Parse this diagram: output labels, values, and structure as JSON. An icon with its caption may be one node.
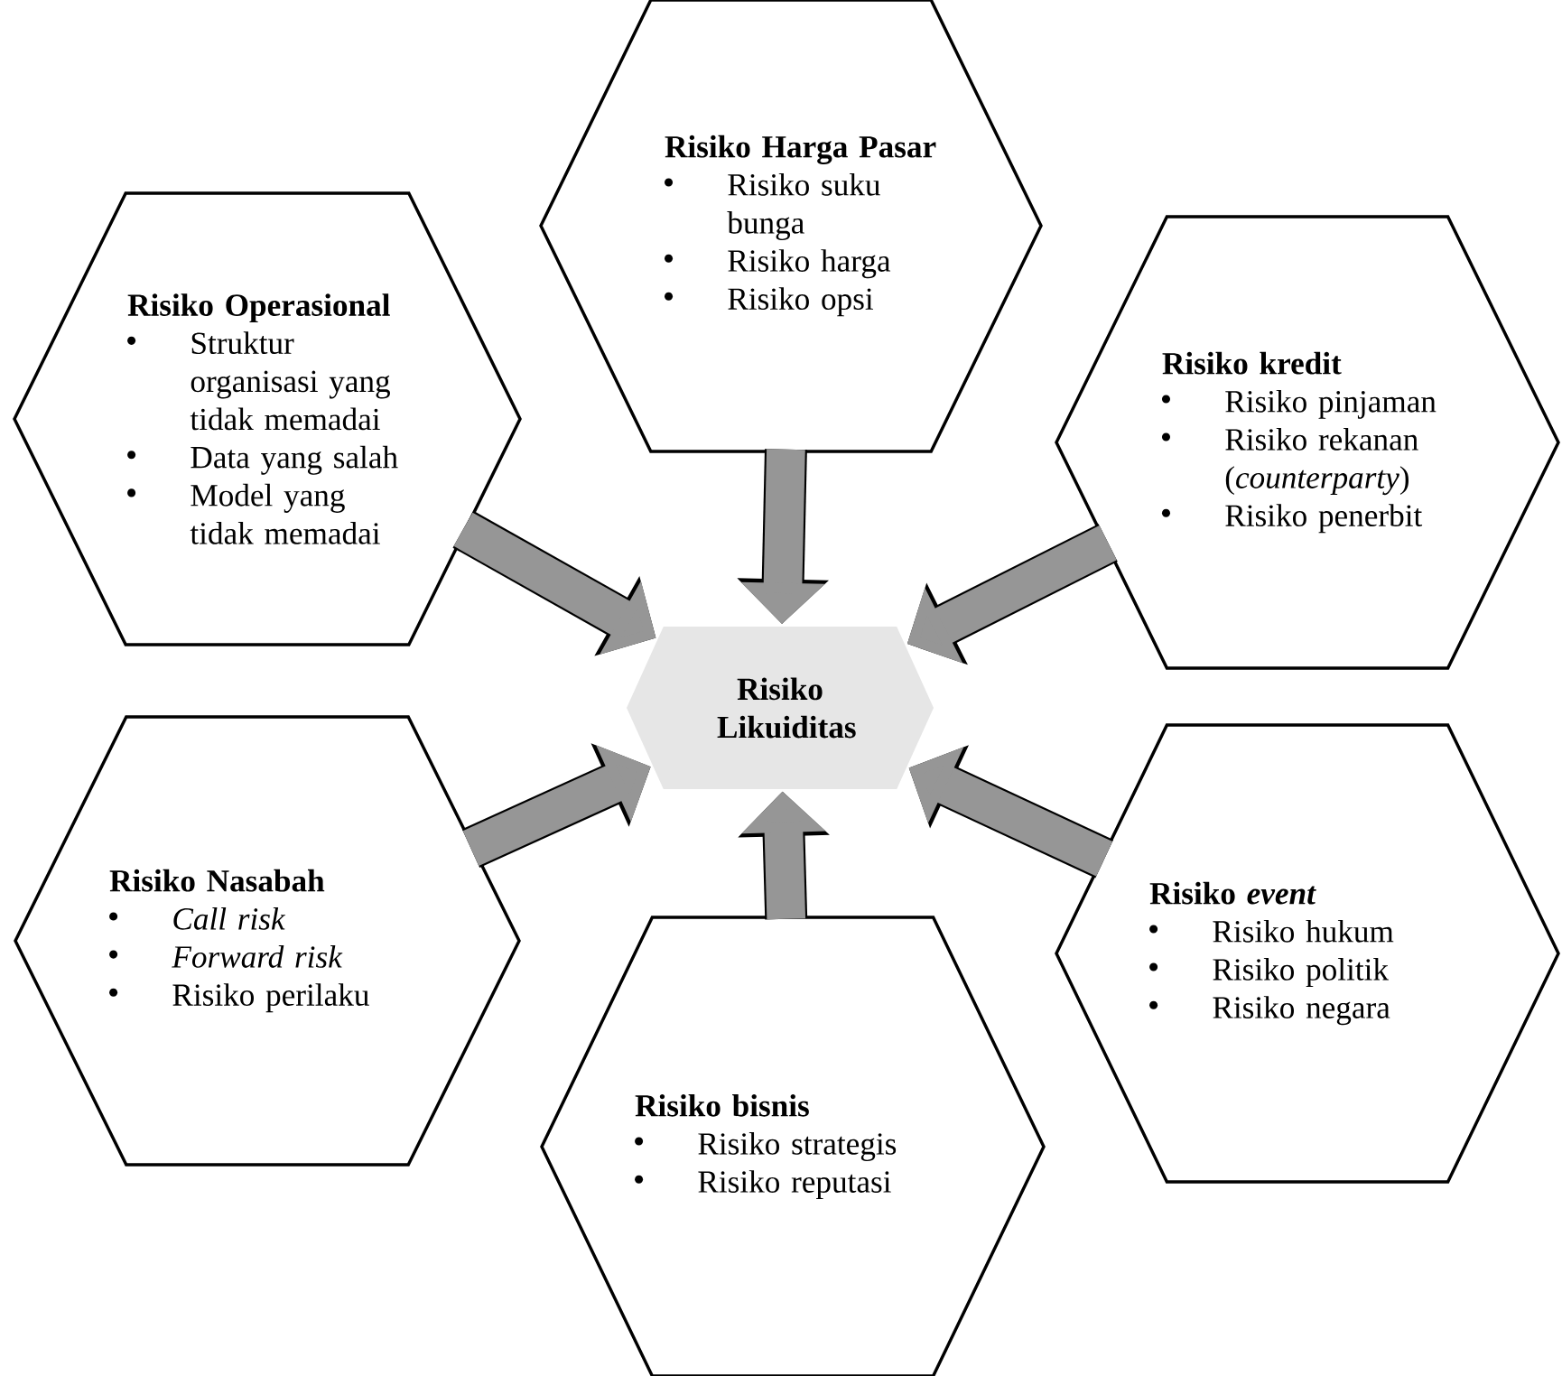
{
  "diagram": {
    "nodes": [
      {
        "text": [
          "Risiko Harga Pasar",
          "Risiko suku bunga",
          "Risiko harga",
          "Risiko opsi"
        ]
      },
      {
        "text": [
          "Risiko Operasional",
          "Struktur organisasi yang tidak memadai",
          "Data yang salah",
          "Model yang tidak memadai"
        ]
      },
      {
        "text": [
          "Risiko kredit",
          "Risiko pinjaman",
          "Risiko rekanan (*counterparty*)",
          "Risiko penerbit"
        ]
      },
      {
        "text": [
          "Risiko Likuiditas"
        ]
      },
      {
        "text": [
          "Risiko Nasabah",
          "Call risk",
          "Forward risk",
          "Risiko perilaku"
        ]
      },
      {
        "text": [
          "Risiko *event*",
          "Risiko hukum",
          "Risiko politik",
          "Risiko negara"
        ]
      },
      {
        "text": [
          "Risiko bisnis",
          "Risiko strategis",
          "Risiko reputasi"
        ]
      }
    ],
    "edges": [
      {
        "from": 0,
        "to": 3,
        "arrow": "to"
      },
      {
        "from": 1,
        "to": 3,
        "arrow": "to"
      },
      {
        "from": 2,
        "to": 3,
        "arrow": "to"
      },
      {
        "from": 4,
        "to": 3,
        "arrow": "to"
      },
      {
        "from": 5,
        "to": 3,
        "arrow": "to"
      },
      {
        "from": 6,
        "to": 3,
        "arrow": "to"
      }
    ]
  }
}
